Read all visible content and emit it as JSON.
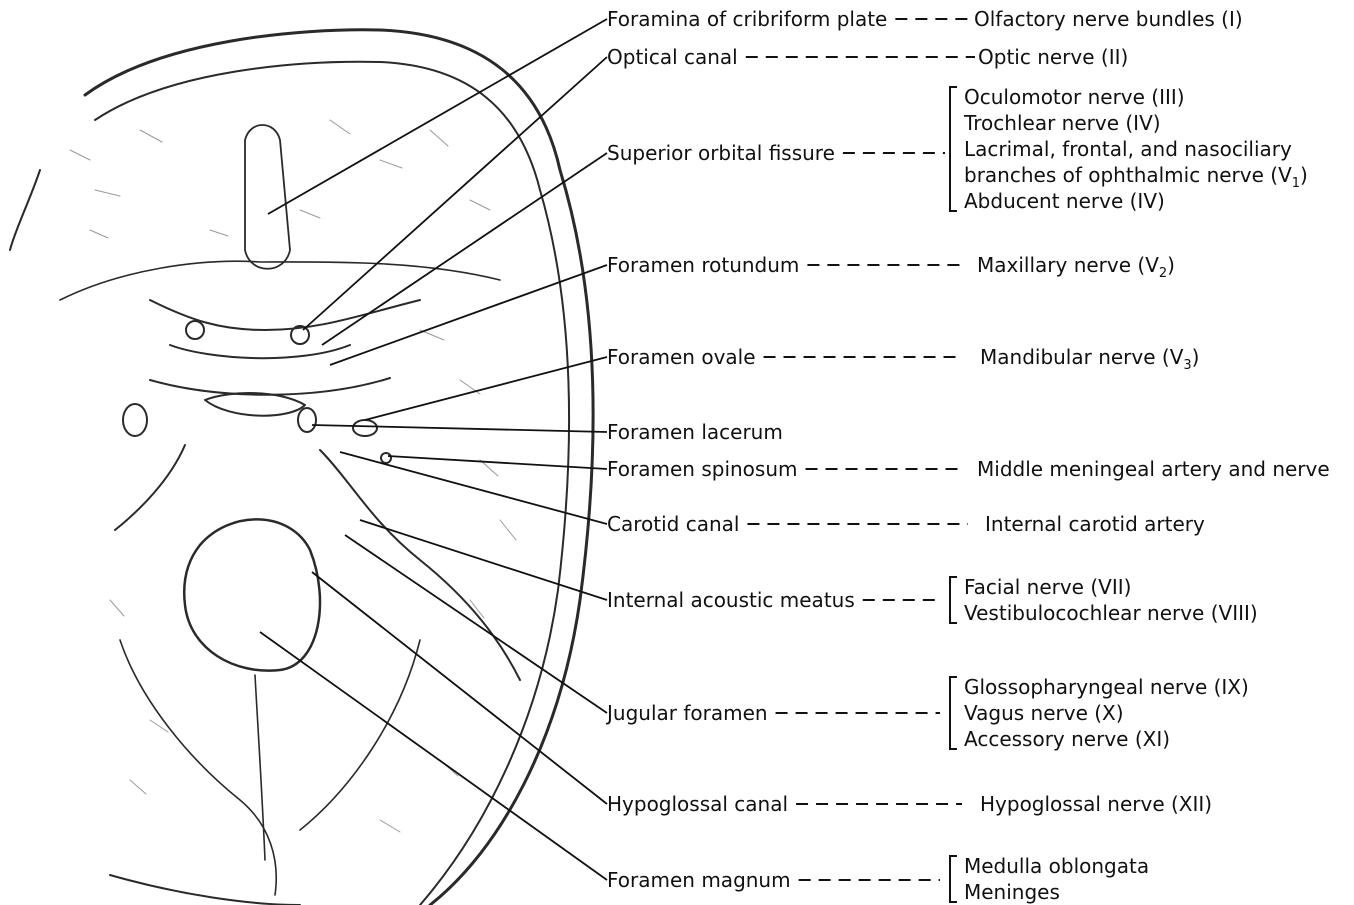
{
  "rows": [
    {
      "opening": "Foramina of cribriform plate",
      "contents": [
        "Olfactory nerve bundles (I)"
      ]
    },
    {
      "opening": "Optical canal",
      "contents": [
        "Optic nerve (II)"
      ]
    },
    {
      "opening": "Superior orbital fissure",
      "contents": [
        "Oculomotor nerve (III)",
        "Trochlear nerve (IV)",
        "Lacrimal, frontal, and nasociliary",
        "branches of ophthalmic nerve (V|1|)",
        "Abducent nerve (IV)"
      ]
    },
    {
      "opening": "Foramen rotundum",
      "contents": [
        "Maxillary nerve (V|2|)"
      ]
    },
    {
      "opening": "Foramen ovale",
      "contents": [
        "Mandibular nerve (V|3|)"
      ]
    },
    {
      "opening": "Foramen lacerum",
      "contents": []
    },
    {
      "opening": "Foramen spinosum",
      "contents": [
        "Middle meningeal artery and nerve"
      ]
    },
    {
      "opening": "Carotid canal",
      "contents": [
        "Internal carotid artery"
      ]
    },
    {
      "opening": "Internal acoustic meatus",
      "contents": [
        "Facial nerve (VII)",
        "Vestibulocochlear nerve (VIII)"
      ]
    },
    {
      "opening": "Jugular foramen",
      "contents": [
        "Glossopharyngeal nerve (IX)",
        "Vagus nerve (X)",
        "Accessory nerve (XI)"
      ]
    },
    {
      "opening": "Hypoglossal canal",
      "contents": [
        "Hypoglossal nerve (XII)"
      ]
    },
    {
      "opening": "Foramen magnum",
      "contents": [
        "Medulla oblongata",
        "Meninges"
      ]
    }
  ]
}
